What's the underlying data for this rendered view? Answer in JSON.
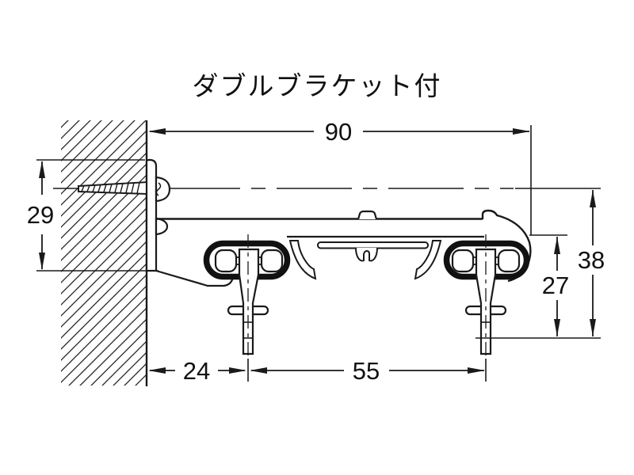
{
  "title": "ダブルブラケット付",
  "diagram": "curtain-rail-double-bracket-cross-section",
  "dimensions": {
    "total_depth": "90",
    "plate_height": "29",
    "overall_drop": "38",
    "rail_to_hook_drop": "27",
    "wall_to_front_rail": "24",
    "rail_spacing": "55"
  },
  "colors": {
    "line": "#1a1a1a",
    "background": "#ffffff"
  }
}
